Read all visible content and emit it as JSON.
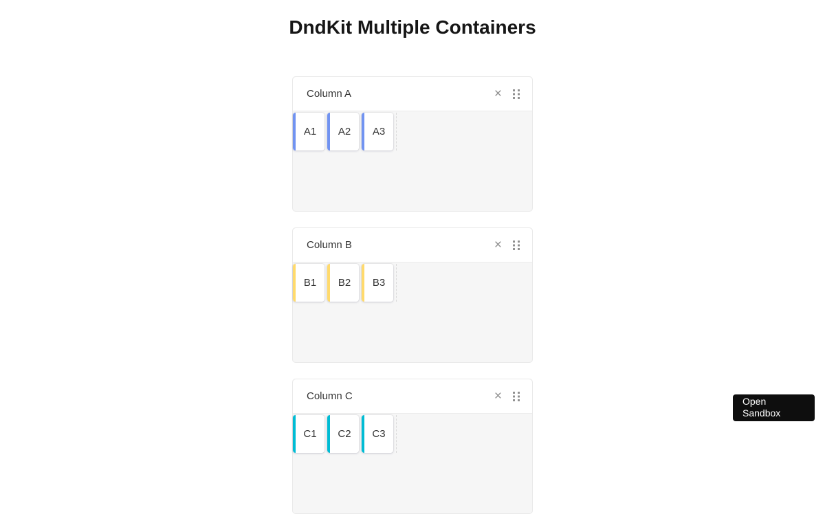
{
  "page": {
    "title": "DndKit Multiple Containers"
  },
  "icons": {
    "close_glyph": "×",
    "drag_handle": "six-dots-drag-handle-icon"
  },
  "theme": {
    "page_bg": "#ffffff",
    "container_bg": "#f6f6f6",
    "header_bg": "#ffffff",
    "text_color": "#333333",
    "icon_gray": "#8f8f8f"
  },
  "containers": [
    {
      "label": "Column A",
      "accent": "#7193f1",
      "items": [
        {
          "label": "A1"
        },
        {
          "label": "A2"
        },
        {
          "label": "A3"
        }
      ]
    },
    {
      "label": "Column B",
      "accent": "#ffda6c",
      "items": [
        {
          "label": "B1"
        },
        {
          "label": "B2"
        },
        {
          "label": "B3"
        }
      ]
    },
    {
      "label": "Column C",
      "accent": "#00bcd4",
      "items": [
        {
          "label": "C1"
        },
        {
          "label": "C2"
        },
        {
          "label": "C3"
        }
      ]
    }
  ],
  "sandbox_button": {
    "label": "Open Sandbox",
    "background": "#0e0e0e"
  }
}
